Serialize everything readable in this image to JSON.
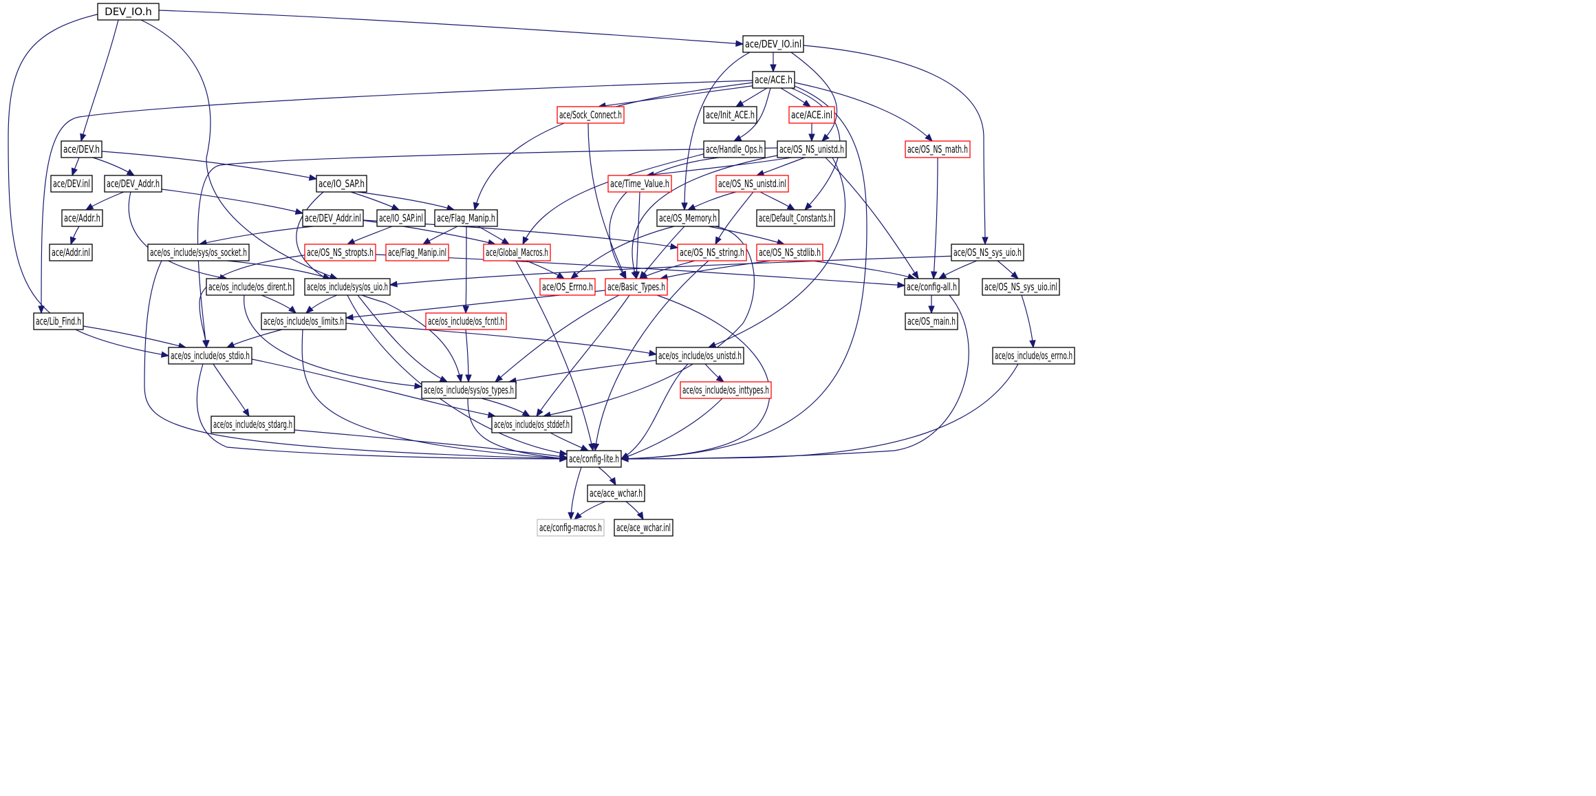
{
  "diagram": {
    "colors": {
      "edge": "#191970",
      "border_default": "#000000",
      "border_truncated": "#ff0000",
      "border_missing": "#bfbfbf",
      "fill_root": "#bfbfbf",
      "fill_default": "#ffffff"
    },
    "nodes": [
      {
        "id": "dev_io_h",
        "label": "DEV_IO.h",
        "kind": "root"
      },
      {
        "id": "ace_dev_io_inl",
        "label": "ace/DEV_IO.inl",
        "kind": "normal"
      },
      {
        "id": "ace_ace_h",
        "label": "ace/ACE.h",
        "kind": "normal"
      },
      {
        "id": "ace_sock_connect_h",
        "label": "ace/Sock_Connect.h",
        "kind": "truncated"
      },
      {
        "id": "ace_init_ace_h",
        "label": "ace/Init_ACE.h",
        "kind": "normal"
      },
      {
        "id": "ace_ace_inl",
        "label": "ace/ACE.inl",
        "kind": "truncated"
      },
      {
        "id": "ace_dev_h",
        "label": "ace/DEV.h",
        "kind": "normal"
      },
      {
        "id": "ace_handle_ops_h",
        "label": "ace/Handle_Ops.h",
        "kind": "normal"
      },
      {
        "id": "ace_os_ns_unistd_h",
        "label": "ace/OS_NS_unistd.h",
        "kind": "normal"
      },
      {
        "id": "ace_os_ns_math_h",
        "label": "ace/OS_NS_math.h",
        "kind": "truncated"
      },
      {
        "id": "ace_dev_inl",
        "label": "ace/DEV.inl",
        "kind": "normal"
      },
      {
        "id": "ace_dev_addr_h",
        "label": "ace/DEV_Addr.h",
        "kind": "normal"
      },
      {
        "id": "ace_io_sap_h",
        "label": "ace/IO_SAP.h",
        "kind": "normal"
      },
      {
        "id": "ace_time_value_h",
        "label": "ace/Time_Value.h",
        "kind": "truncated"
      },
      {
        "id": "ace_os_ns_unistd_inl",
        "label": "ace/OS_NS_unistd.inl",
        "kind": "truncated"
      },
      {
        "id": "ace_addr_h",
        "label": "ace/Addr.h",
        "kind": "normal"
      },
      {
        "id": "ace_dev_addr_inl",
        "label": "ace/DEV_Addr.inl",
        "kind": "normal"
      },
      {
        "id": "ace_io_sap_inl",
        "label": "ace/IO_SAP.inl",
        "kind": "normal"
      },
      {
        "id": "ace_flag_manip_h",
        "label": "ace/Flag_Manip.h",
        "kind": "normal"
      },
      {
        "id": "ace_os_memory_h",
        "label": "ace/OS_Memory.h",
        "kind": "normal"
      },
      {
        "id": "ace_default_constants_h",
        "label": "ace/Default_Constants.h",
        "kind": "normal"
      },
      {
        "id": "ace_addr_inl",
        "label": "ace/Addr.inl",
        "kind": "normal"
      },
      {
        "id": "os_socket_h",
        "label": "ace/os_include/sys/os_socket.h",
        "kind": "normal"
      },
      {
        "id": "ace_os_ns_stropts_h",
        "label": "ace/OS_NS_stropts.h",
        "kind": "truncated"
      },
      {
        "id": "ace_flag_manip_inl",
        "label": "ace/Flag_Manip.inl",
        "kind": "truncated"
      },
      {
        "id": "ace_global_macros_h",
        "label": "ace/Global_Macros.h",
        "kind": "truncated"
      },
      {
        "id": "ace_os_ns_string_h",
        "label": "ace/OS_NS_string.h",
        "kind": "truncated"
      },
      {
        "id": "ace_os_ns_stdlib_h",
        "label": "ace/OS_NS_stdlib.h",
        "kind": "truncated"
      },
      {
        "id": "ace_os_ns_sys_uio_h",
        "label": "ace/OS_NS_sys_uio.h",
        "kind": "normal"
      },
      {
        "id": "os_dirent_h",
        "label": "ace/os_include/os_dirent.h",
        "kind": "normal"
      },
      {
        "id": "os_sys_uio_h",
        "label": "ace/os_include/sys/os_uio.h",
        "kind": "normal"
      },
      {
        "id": "ace_os_errno_h",
        "label": "ace/OS_Errno.h",
        "kind": "truncated"
      },
      {
        "id": "ace_basic_types_h",
        "label": "ace/Basic_Types.h",
        "kind": "truncated"
      },
      {
        "id": "ace_config_all_h",
        "label": "ace/config-all.h",
        "kind": "normal"
      },
      {
        "id": "ace_os_ns_sys_uio_inl",
        "label": "ace/OS_NS_sys_uio.inl",
        "kind": "normal"
      },
      {
        "id": "ace_lib_find_h",
        "label": "ace/Lib_Find.h",
        "kind": "normal"
      },
      {
        "id": "os_limits_h",
        "label": "ace/os_include/os_limits.h",
        "kind": "normal"
      },
      {
        "id": "os_fcntl_h",
        "label": "ace/os_include/os_fcntl.h",
        "kind": "truncated"
      },
      {
        "id": "ace_os_main_h",
        "label": "ace/OS_main.h",
        "kind": "normal"
      },
      {
        "id": "os_stdio_h",
        "label": "ace/os_include/os_stdio.h",
        "kind": "normal"
      },
      {
        "id": "os_unistd_h",
        "label": "ace/os_include/os_unistd.h",
        "kind": "normal"
      },
      {
        "id": "os_errno_h",
        "label": "ace/os_include/os_errno.h",
        "kind": "normal"
      },
      {
        "id": "os_inttypes_h",
        "label": "ace/os_include/os_inttypes.h",
        "kind": "truncated"
      },
      {
        "id": "os_sys_types_h",
        "label": "ace/os_include/sys/os_types.h",
        "kind": "normal"
      },
      {
        "id": "os_stdarg_h",
        "label": "ace/os_include/os_stdarg.h",
        "kind": "normal"
      },
      {
        "id": "os_stddef_h",
        "label": "ace/os_include/os_stddef.h",
        "kind": "normal"
      },
      {
        "id": "ace_config_lite_h",
        "label": "ace/config-lite.h",
        "kind": "normal"
      },
      {
        "id": "ace_ace_wchar_h",
        "label": "ace/ace_wchar.h",
        "kind": "normal"
      },
      {
        "id": "ace_config_macros_h",
        "label": "ace/config-macros.h",
        "kind": "missing"
      },
      {
        "id": "ace_ace_wchar_inl",
        "label": "ace/ace_wchar.inl",
        "kind": "normal"
      }
    ],
    "edges": [
      {
        "from": "dev_io_h",
        "to": "ace_dev_io_inl"
      },
      {
        "from": "dev_io_h",
        "to": "ace_dev_h"
      },
      {
        "from": "dev_io_h",
        "to": "os_stdio_h"
      },
      {
        "from": "dev_io_h",
        "to": "os_sys_uio_h"
      },
      {
        "from": "ace_dev_io_inl",
        "to": "ace_ace_h"
      },
      {
        "from": "ace_dev_io_inl",
        "to": "ace_os_memory_h"
      },
      {
        "from": "ace_dev_io_inl",
        "to": "ace_os_ns_unistd_h"
      },
      {
        "from": "ace_dev_io_inl",
        "to": "ace_os_ns_sys_uio_h"
      },
      {
        "from": "ace_ace_h",
        "to": "ace_sock_connect_h"
      },
      {
        "from": "ace_ace_h",
        "to": "ace_init_ace_h"
      },
      {
        "from": "ace_ace_h",
        "to": "ace_ace_inl"
      },
      {
        "from": "ace_ace_h",
        "to": "ace_handle_ops_h"
      },
      {
        "from": "ace_ace_h",
        "to": "ace_os_ns_math_h"
      },
      {
        "from": "ace_ace_h",
        "to": "ace_flag_manip_h"
      },
      {
        "from": "ace_ace_h",
        "to": "ace_lib_find_h"
      },
      {
        "from": "ace_ace_h",
        "to": "ace_default_constants_h"
      },
      {
        "from": "ace_ace_h",
        "to": "ace_config_lite_h"
      },
      {
        "from": "ace_ace_inl",
        "to": "ace_os_ns_unistd_h"
      },
      {
        "from": "ace_sock_connect_h",
        "to": "ace_basic_types_h"
      },
      {
        "from": "ace_handle_ops_h",
        "to": "ace_global_macros_h"
      },
      {
        "from": "ace_handle_ops_h",
        "to": "ace_basic_types_h"
      },
      {
        "from": "ace_os_ns_math_h",
        "to": "ace_config_all_h"
      },
      {
        "from": "ace_os_ns_unistd_h",
        "to": "ace_time_value_h"
      },
      {
        "from": "ace_os_ns_unistd_h",
        "to": "ace_os_ns_unistd_inl"
      },
      {
        "from": "ace_os_ns_unistd_h",
        "to": "ace_basic_types_h"
      },
      {
        "from": "ace_os_ns_unistd_h",
        "to": "ace_config_all_h"
      },
      {
        "from": "ace_os_ns_unistd_h",
        "to": "os_unistd_h"
      },
      {
        "from": "ace_os_ns_unistd_h",
        "to": "os_stdio_h"
      },
      {
        "from": "ace_os_ns_unistd_inl",
        "to": "ace_os_memory_h"
      },
      {
        "from": "ace_os_ns_unistd_inl",
        "to": "ace_default_constants_h"
      },
      {
        "from": "ace_os_ns_unistd_inl",
        "to": "ace_os_ns_string_h"
      },
      {
        "from": "ace_time_value_h",
        "to": "ace_basic_types_h"
      },
      {
        "from": "ace_dev_h",
        "to": "ace_dev_inl"
      },
      {
        "from": "ace_dev_h",
        "to": "ace_dev_addr_h"
      },
      {
        "from": "ace_dev_h",
        "to": "ace_io_sap_h"
      },
      {
        "from": "ace_dev_addr_h",
        "to": "ace_addr_h"
      },
      {
        "from": "ace_dev_addr_h",
        "to": "ace_dev_addr_inl"
      },
      {
        "from": "ace_dev_addr_h",
        "to": "os_dirent_h"
      },
      {
        "from": "ace_addr_h",
        "to": "ace_addr_inl"
      },
      {
        "from": "ace_dev_addr_inl",
        "to": "os_socket_h"
      },
      {
        "from": "ace_dev_addr_inl",
        "to": "ace_global_macros_h"
      },
      {
        "from": "ace_dev_addr_inl",
        "to": "ace_os_ns_string_h"
      },
      {
        "from": "ace_io_sap_h",
        "to": "ace_io_sap_inl"
      },
      {
        "from": "ace_io_sap_h",
        "to": "ace_flag_manip_h"
      },
      {
        "from": "ace_io_sap_h",
        "to": "os_sys_types_h"
      },
      {
        "from": "ace_io_sap_inl",
        "to": "ace_os_ns_stropts_h"
      },
      {
        "from": "ace_flag_manip_h",
        "to": "ace_flag_manip_inl"
      },
      {
        "from": "ace_flag_manip_h",
        "to": "ace_global_macros_h"
      },
      {
        "from": "ace_flag_manip_h",
        "to": "os_fcntl_h"
      },
      {
        "from": "ace_os_memory_h",
        "to": "ace_os_ns_stdlib_h"
      },
      {
        "from": "ace_os_memory_h",
        "to": "ace_os_errno_h"
      },
      {
        "from": "ace_os_memory_h",
        "to": "ace_basic_types_h"
      },
      {
        "from": "ace_os_memory_h",
        "to": "os_stddef_h"
      },
      {
        "from": "os_socket_h",
        "to": "os_sys_uio_h"
      },
      {
        "from": "os_socket_h",
        "to": "ace_config_lite_h"
      },
      {
        "from": "ace_os_ns_stropts_h",
        "to": "ace_config_all_h"
      },
      {
        "from": "ace_os_ns_stropts_h",
        "to": "os_stdio_h"
      },
      {
        "from": "ace_global_macros_h",
        "to": "ace_os_errno_h"
      },
      {
        "from": "ace_global_macros_h",
        "to": "ace_config_lite_h"
      },
      {
        "from": "ace_os_ns_string_h",
        "to": "ace_basic_types_h"
      },
      {
        "from": "ace_os_ns_string_h",
        "to": "ace_config_lite_h"
      },
      {
        "from": "ace_os_ns_stdlib_h",
        "to": "ace_basic_types_h"
      },
      {
        "from": "ace_os_ns_stdlib_h",
        "to": "ace_config_all_h"
      },
      {
        "from": "ace_os_ns_sys_uio_h",
        "to": "ace_config_all_h"
      },
      {
        "from": "ace_os_ns_sys_uio_h",
        "to": "ace_os_ns_sys_uio_inl"
      },
      {
        "from": "ace_os_ns_sys_uio_h",
        "to": "os_sys_uio_h"
      },
      {
        "from": "ace_os_ns_sys_uio_inl",
        "to": "os_errno_h"
      },
      {
        "from": "os_dirent_h",
        "to": "os_limits_h"
      },
      {
        "from": "os_dirent_h",
        "to": "os_sys_types_h"
      },
      {
        "from": "os_sys_uio_h",
        "to": "os_limits_h"
      },
      {
        "from": "os_sys_uio_h",
        "to": "os_sys_types_h"
      },
      {
        "from": "os_sys_uio_h",
        "to": "ace_config_lite_h"
      },
      {
        "from": "ace_basic_types_h",
        "to": "os_limits_h"
      },
      {
        "from": "ace_basic_types_h",
        "to": "os_sys_types_h"
      },
      {
        "from": "ace_basic_types_h",
        "to": "os_stddef_h"
      },
      {
        "from": "ace_basic_types_h",
        "to": "ace_config_lite_h"
      },
      {
        "from": "ace_config_all_h",
        "to": "ace_os_main_h"
      },
      {
        "from": "ace_config_all_h",
        "to": "ace_config_lite_h"
      },
      {
        "from": "ace_lib_find_h",
        "to": "os_stdio_h"
      },
      {
        "from": "os_limits_h",
        "to": "os_stdio_h"
      },
      {
        "from": "os_limits_h",
        "to": "os_unistd_h"
      },
      {
        "from": "os_limits_h",
        "to": "ace_config_lite_h"
      },
      {
        "from": "os_fcntl_h",
        "to": "os_sys_types_h"
      },
      {
        "from": "os_stdio_h",
        "to": "os_stdarg_h"
      },
      {
        "from": "os_stdio_h",
        "to": "os_stddef_h"
      },
      {
        "from": "os_stdio_h",
        "to": "ace_config_lite_h"
      },
      {
        "from": "os_unistd_h",
        "to": "os_inttypes_h"
      },
      {
        "from": "os_unistd_h",
        "to": "os_sys_types_h"
      },
      {
        "from": "os_unistd_h",
        "to": "ace_config_lite_h"
      },
      {
        "from": "os_errno_h",
        "to": "ace_config_lite_h"
      },
      {
        "from": "os_inttypes_h",
        "to": "ace_config_lite_h"
      },
      {
        "from": "os_sys_types_h",
        "to": "os_stddef_h"
      },
      {
        "from": "os_sys_types_h",
        "to": "ace_config_lite_h"
      },
      {
        "from": "os_stdarg_h",
        "to": "ace_config_lite_h"
      },
      {
        "from": "os_stddef_h",
        "to": "ace_config_lite_h"
      },
      {
        "from": "ace_config_lite_h",
        "to": "ace_ace_wchar_h"
      },
      {
        "from": "ace_config_lite_h",
        "to": "ace_config_macros_h"
      },
      {
        "from": "ace_ace_wchar_h",
        "to": "ace_config_macros_h"
      },
      {
        "from": "ace_ace_wchar_h",
        "to": "ace_ace_wchar_inl"
      }
    ]
  }
}
